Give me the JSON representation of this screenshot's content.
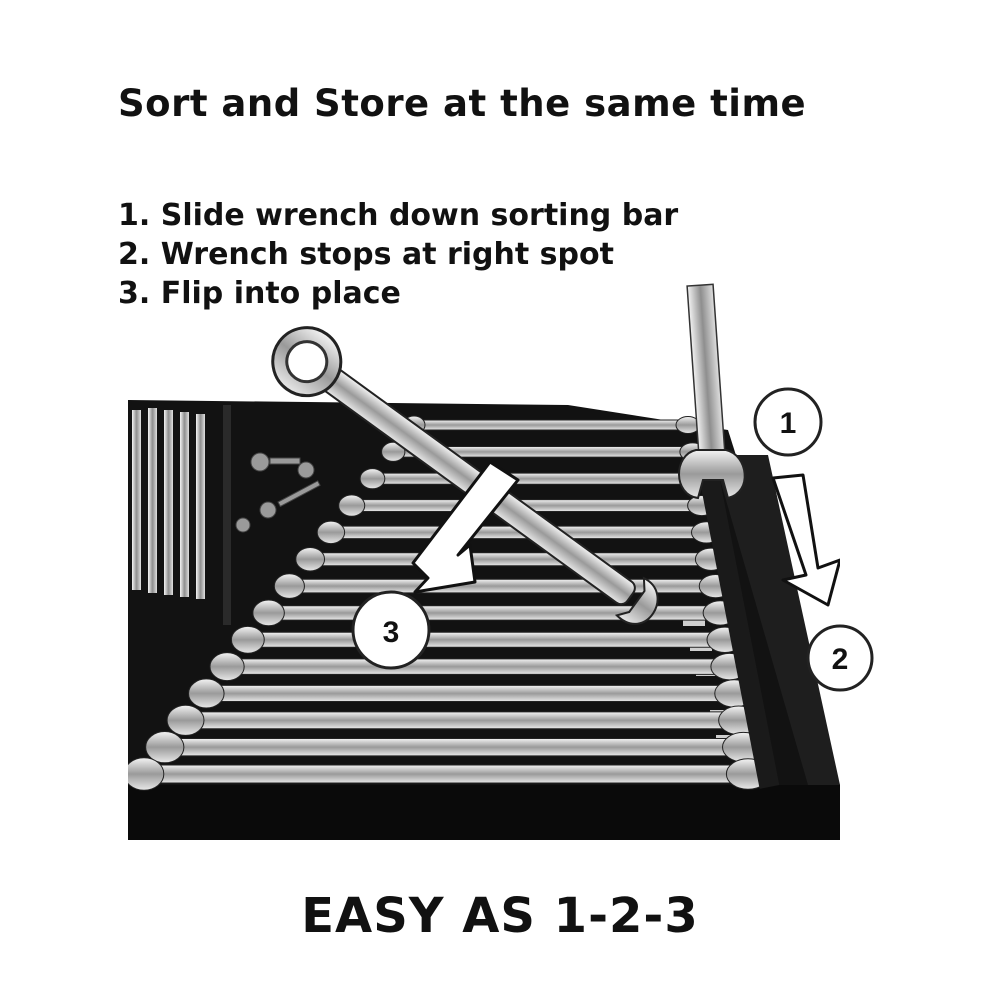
{
  "headline": "Sort and Store at the same time",
  "steps": [
    "1.  Slide wrench down sorting bar",
    "2. Wrench stops at right spot",
    "3. Flip into place"
  ],
  "badges": [
    "1",
    "2",
    "3"
  ],
  "footer": "EASY AS 1-2-3",
  "colors": {
    "tray": "#121212",
    "chrome": "#d9d9d9",
    "text": "#111111"
  },
  "icons": [
    "wrench-photo",
    "down-arrow-icon",
    "curved-arrow-icon"
  ]
}
